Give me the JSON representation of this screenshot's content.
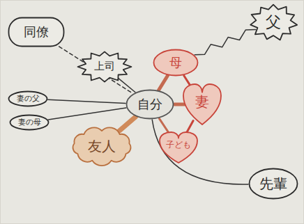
{
  "diagram": {
    "nodes": [
      {
        "text": [
          "同僚"
        ]
      },
      {
        "text": [
          "父"
        ]
      },
      {
        "text": [
          "上司"
        ]
      },
      {
        "text": [
          "母"
        ]
      },
      {
        "text": [
          "自分"
        ]
      },
      {
        "text": [
          "妻"
        ]
      },
      {
        "text": [
          "妻の父"
        ]
      },
      {
        "text": [
          "妻の母"
        ]
      },
      {
        "text": [
          "友人"
        ]
      },
      {
        "text": [
          "子ども"
        ]
      },
      {
        "text": [
          "先輩"
        ]
      }
    ],
    "edges": [
      {
        "from": 0,
        "to": 4,
        "arrow": "none"
      },
      {
        "from": 2,
        "to": 4,
        "arrow": "none"
      },
      {
        "from": 4,
        "to": 3,
        "arrow": "none"
      },
      {
        "from": 4,
        "to": 5,
        "arrow": "none"
      },
      {
        "from": 4,
        "to": 9,
        "arrow": "none"
      },
      {
        "from": 4,
        "to": 8,
        "arrow": "none"
      },
      {
        "from": 4,
        "to": 6,
        "arrow": "none"
      },
      {
        "from": 4,
        "to": 7,
        "arrow": "none"
      },
      {
        "from": 4,
        "to": 10,
        "arrow": "none"
      },
      {
        "from": 3,
        "to": 1,
        "arrow": "none"
      },
      {
        "from": 3,
        "to": 5,
        "arrow": "none"
      },
      {
        "from": 5,
        "to": 9,
        "arrow": "none"
      }
    ]
  }
}
